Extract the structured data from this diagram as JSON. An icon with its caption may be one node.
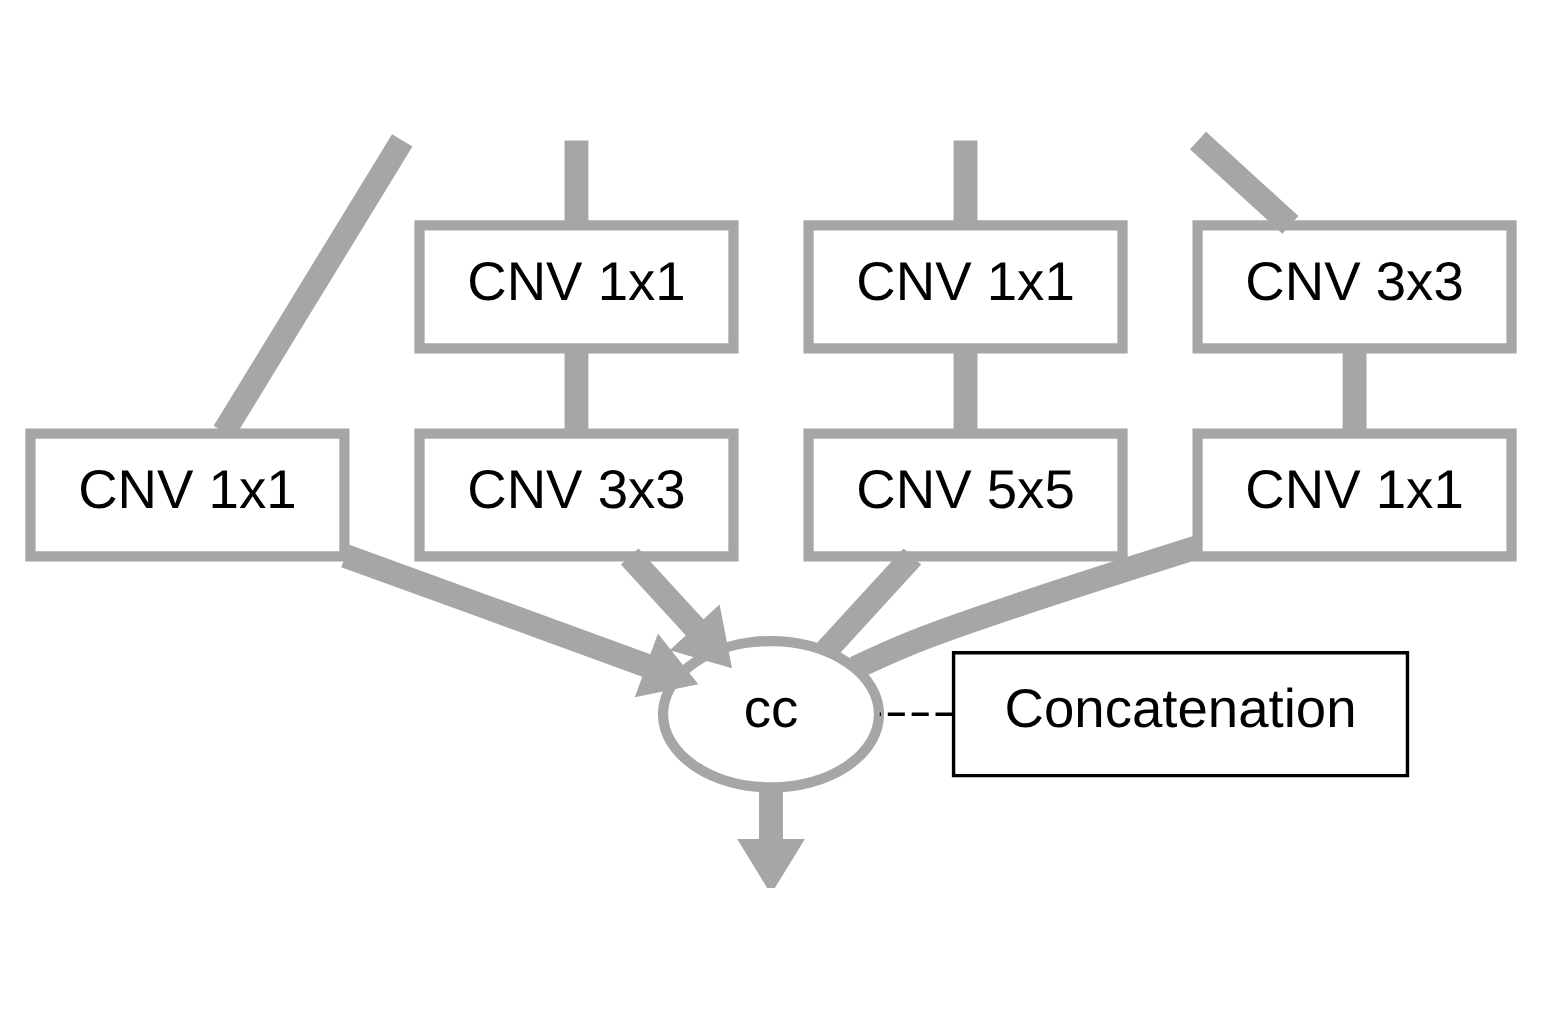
{
  "diagram": {
    "nodes": [
      {
        "text": [
          "CNV 1x1"
        ]
      },
      {
        "text": [
          "CNV 1x1"
        ]
      },
      {
        "text": [
          "CNV 3x3"
        ]
      },
      {
        "text": [
          "CNV 1x1"
        ]
      },
      {
        "text": [
          "CNV 5x5"
        ]
      },
      {
        "text": [
          "CNV 3x3"
        ]
      },
      {
        "text": [
          "CNV 1x1"
        ]
      },
      {
        "text": [
          "cc"
        ]
      },
      {
        "text": [
          "Concatenation"
        ]
      }
    ],
    "edges": [
      {
        "from": null,
        "to": 0,
        "arrow": "none"
      },
      {
        "from": null,
        "to": 1,
        "arrow": "none"
      },
      {
        "from": null,
        "to": 3,
        "arrow": "none"
      },
      {
        "from": null,
        "to": 5,
        "arrow": "none"
      },
      {
        "from": 1,
        "to": 2,
        "arrow": "none"
      },
      {
        "from": 3,
        "to": 4,
        "arrow": "none"
      },
      {
        "from": 5,
        "to": 6,
        "arrow": "none"
      },
      {
        "from": 0,
        "to": 7,
        "arrow": "to"
      },
      {
        "from": 2,
        "to": 7,
        "arrow": "to"
      },
      {
        "from": 4,
        "to": 7,
        "arrow": "none"
      },
      {
        "from": 6,
        "to": 7,
        "arrow": "none"
      },
      {
        "from": 7,
        "to": null,
        "arrow": "to"
      },
      {
        "from": 8,
        "to": 7,
        "arrow": "none",
        "style": "dashed",
        "color": "#000000"
      }
    ]
  }
}
